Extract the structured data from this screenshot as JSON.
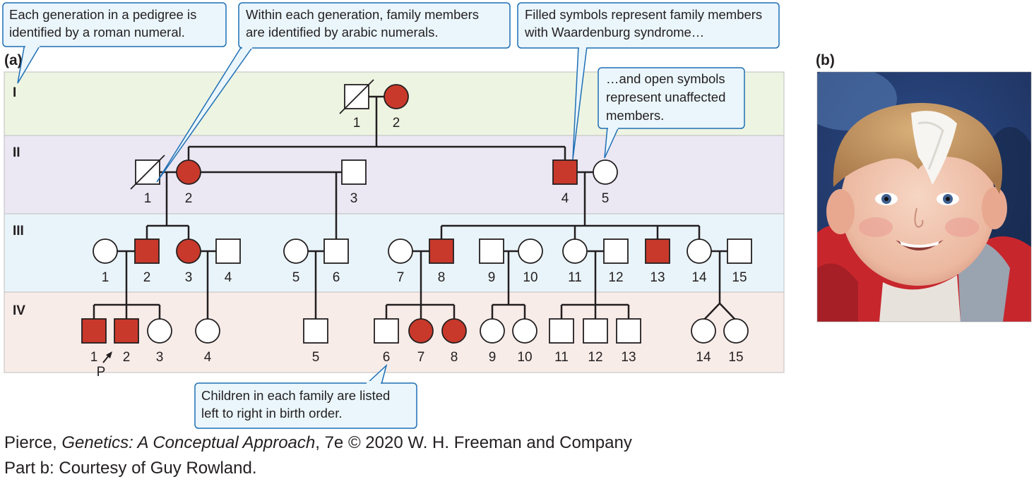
{
  "panel_a_label": "(a)",
  "panel_b_label": "(b)",
  "generations": [
    "I",
    "II",
    "III",
    "IV"
  ],
  "callouts": {
    "roman": [
      "Each generation in a pedigree is",
      "identified by a roman numeral."
    ],
    "arabic": [
      "Within each generation, family members",
      "are identified by arabic numerals."
    ],
    "filled": [
      "Filled symbols represent family members",
      "with Waardenburg syndrome…"
    ],
    "open": [
      "…and open symbols",
      "represent unaffected",
      "members."
    ],
    "birth_order": [
      "Children in each family are listed",
      "left to right in birth order."
    ]
  },
  "proband_label": "P",
  "individuals": [
    {
      "gen": "I",
      "num": "1",
      "sex": "male",
      "affected": false,
      "deceased": true
    },
    {
      "gen": "I",
      "num": "2",
      "sex": "female",
      "affected": true
    },
    {
      "gen": "II",
      "num": "1",
      "sex": "male",
      "affected": false,
      "deceased": true
    },
    {
      "gen": "II",
      "num": "2",
      "sex": "female",
      "affected": true
    },
    {
      "gen": "II",
      "num": "3",
      "sex": "male",
      "affected": false
    },
    {
      "gen": "II",
      "num": "4",
      "sex": "male",
      "affected": true
    },
    {
      "gen": "II",
      "num": "5",
      "sex": "female",
      "affected": false
    },
    {
      "gen": "III",
      "num": "1",
      "sex": "female",
      "affected": false
    },
    {
      "gen": "III",
      "num": "2",
      "sex": "male",
      "affected": true
    },
    {
      "gen": "III",
      "num": "3",
      "sex": "female",
      "affected": true
    },
    {
      "gen": "III",
      "num": "4",
      "sex": "male",
      "affected": false
    },
    {
      "gen": "III",
      "num": "5",
      "sex": "female",
      "affected": false
    },
    {
      "gen": "III",
      "num": "6",
      "sex": "male",
      "affected": false
    },
    {
      "gen": "III",
      "num": "7",
      "sex": "female",
      "affected": false
    },
    {
      "gen": "III",
      "num": "8",
      "sex": "male",
      "affected": true
    },
    {
      "gen": "III",
      "num": "9",
      "sex": "male",
      "affected": false
    },
    {
      "gen": "III",
      "num": "10",
      "sex": "female",
      "affected": false
    },
    {
      "gen": "III",
      "num": "11",
      "sex": "female",
      "affected": false
    },
    {
      "gen": "III",
      "num": "12",
      "sex": "male",
      "affected": false
    },
    {
      "gen": "III",
      "num": "13",
      "sex": "male",
      "affected": true
    },
    {
      "gen": "III",
      "num": "14",
      "sex": "female",
      "affected": false
    },
    {
      "gen": "III",
      "num": "15",
      "sex": "male",
      "affected": false
    },
    {
      "gen": "IV",
      "num": "1",
      "sex": "male",
      "affected": true,
      "proband": true
    },
    {
      "gen": "IV",
      "num": "2",
      "sex": "male",
      "affected": true
    },
    {
      "gen": "IV",
      "num": "3",
      "sex": "female",
      "affected": false
    },
    {
      "gen": "IV",
      "num": "4",
      "sex": "female",
      "affected": false
    },
    {
      "gen": "IV",
      "num": "5",
      "sex": "male",
      "affected": false
    },
    {
      "gen": "IV",
      "num": "6",
      "sex": "male",
      "affected": false
    },
    {
      "gen": "IV",
      "num": "7",
      "sex": "female",
      "affected": true
    },
    {
      "gen": "IV",
      "num": "8",
      "sex": "female",
      "affected": true
    },
    {
      "gen": "IV",
      "num": "9",
      "sex": "female",
      "affected": false
    },
    {
      "gen": "IV",
      "num": "10",
      "sex": "female",
      "affected": false
    },
    {
      "gen": "IV",
      "num": "11",
      "sex": "male",
      "affected": false
    },
    {
      "gen": "IV",
      "num": "12",
      "sex": "male",
      "affected": false
    },
    {
      "gen": "IV",
      "num": "13",
      "sex": "male",
      "affected": false
    },
    {
      "gen": "IV",
      "num": "14",
      "sex": "female",
      "affected": false,
      "twin": true
    },
    {
      "gen": "IV",
      "num": "15",
      "sex": "female",
      "affected": false,
      "twin": true
    }
  ],
  "colors": {
    "affected": "#c8392b",
    "row_I": "#edf4e1",
    "row_II": "#ebe7f3",
    "row_III": "#e9f4fa",
    "row_IV": "#f8ece8",
    "callout_bg": "#eaf6fc",
    "callout_border": "#1f6fb4"
  },
  "credit_line1_before": "Pierce, ",
  "credit_line1_title": "Genetics: A Conceptual Approach",
  "credit_line1_after": ", 7e © 2020 W. H. Freeman and Company",
  "credit_line2": "Part b: Courtesy of Guy Rowland.",
  "photo_description_icon": "child-photo"
}
